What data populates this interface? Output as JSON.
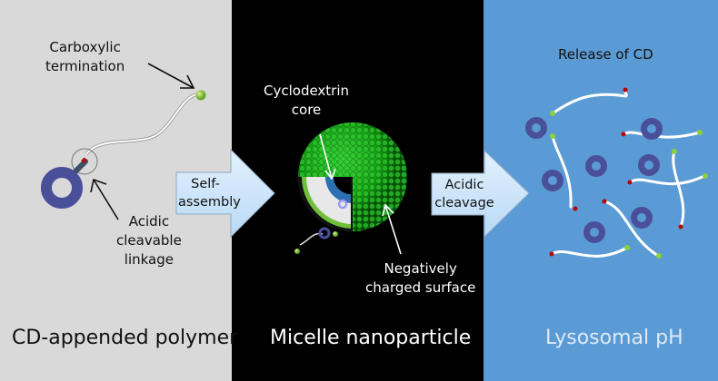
{
  "panels": {
    "polymer": {
      "title": "CD-appended polymer",
      "label_terminal": [
        "Carboxylic",
        "termination"
      ],
      "label_linkage": [
        "Acidic",
        "cleavable",
        "linkage"
      ]
    },
    "micelle": {
      "title": "Micelle nanoparticle",
      "label_core": [
        "Cyclodextrin",
        "core"
      ],
      "label_surface": [
        "Negatively",
        "charged surface"
      ]
    },
    "lysosome": {
      "title": "Lysosomal pH",
      "label_release": "Release of CD"
    }
  },
  "arrows": {
    "step1": [
      "Self-",
      "assembly"
    ],
    "step2": [
      "Acidic",
      "cleavage"
    ]
  },
  "colors": {
    "panel1": "#d9d9d9",
    "panel2": "#000000",
    "panel3": "#5b9bd5",
    "torus": "#4a4f9a",
    "green": "#33b533",
    "arrow": "#cfe6fb"
  }
}
